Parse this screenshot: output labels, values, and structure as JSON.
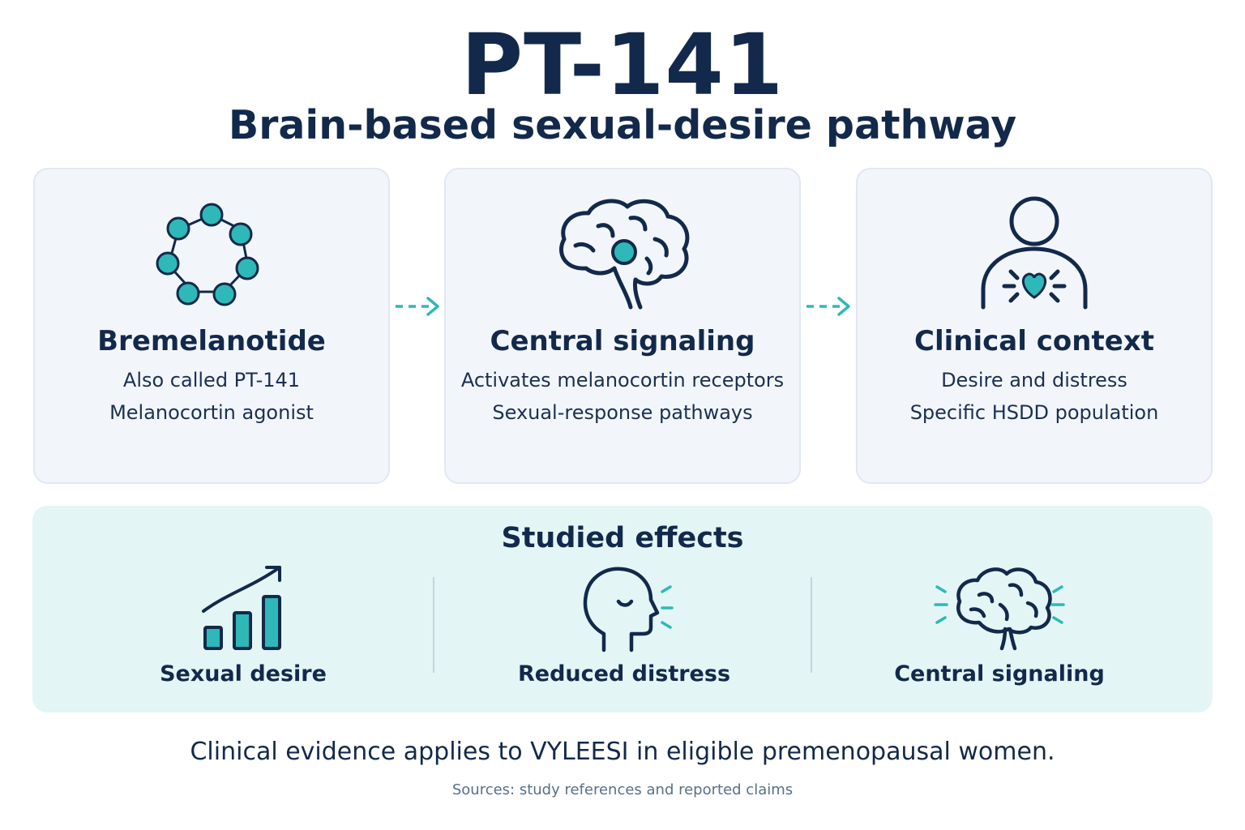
{
  "header": {
    "title": "PT-141",
    "subtitle": "Brain-based sexual-desire pathway"
  },
  "cards": [
    {
      "icon": "molecule-ring-icon",
      "title": "Bremelanotide",
      "lines": [
        "Also called PT-141",
        "Melanocortin agonist"
      ]
    },
    {
      "icon": "brain-signal-icon",
      "title": "Central signaling",
      "lines": [
        "Activates melanocortin receptors",
        "Sexual-response pathways"
      ]
    },
    {
      "icon": "person-heart-icon",
      "title": "Clinical context",
      "lines": [
        "Desire and distress",
        "Specific HSDD population"
      ]
    }
  ],
  "effects": {
    "title": "Studied effects",
    "items": [
      {
        "icon": "bar-chart-up-icon",
        "label": "Sexual desire"
      },
      {
        "icon": "calm-head-icon",
        "label": "Reduced distress"
      },
      {
        "icon": "brain-radiating-icon",
        "label": "Central signaling"
      }
    ]
  },
  "footer": {
    "note": "Clinical evidence applies to VYLEESI in eligible premenopausal women.",
    "sources": "Sources: study references and reported claims"
  },
  "colors": {
    "navy": "#13294b",
    "teal": "#2fb8b8",
    "card_bg": "#f2f6fb",
    "effects_bg": "#e3f5f5"
  }
}
